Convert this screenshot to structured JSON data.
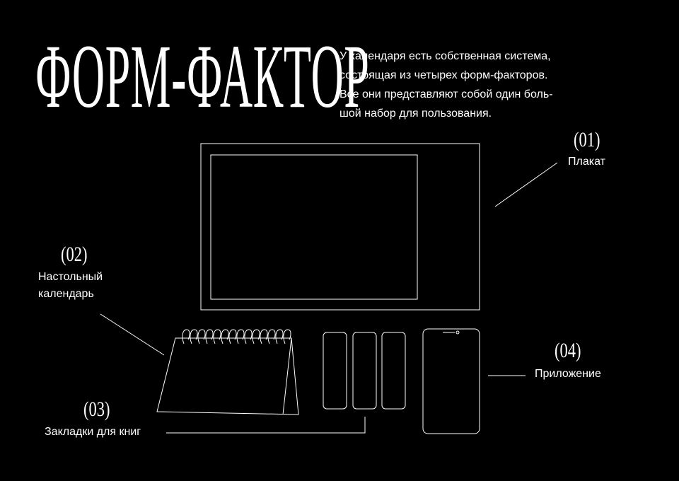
{
  "page": {
    "title": "ФОРМ-ФАКТОР",
    "intro_lines": [
      "У календаря есть собственная система,",
      "состоящая из четырех форм-факторов.",
      "Все они представляют собой один боль-",
      "шой набор для пользования."
    ]
  },
  "items": [
    {
      "number": "(01)",
      "label": "Плакат"
    },
    {
      "number": "(02)",
      "label_lines": [
        "Настольный",
        "календарь"
      ]
    },
    {
      "number": "(03)",
      "label": "Закладки для книг"
    },
    {
      "number": "(04)",
      "label": "Приложение"
    }
  ],
  "colors": {
    "background": "#000000",
    "foreground": "#ffffff",
    "lines": "#ffffff"
  }
}
